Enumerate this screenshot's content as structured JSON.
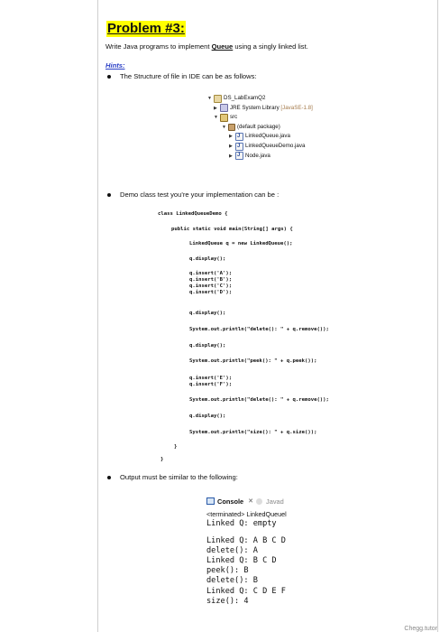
{
  "problem": {
    "title": "Problem #3:",
    "task_prefix": "Write Java programs to implement ",
    "task_keyword": "Queue",
    "task_suffix": " using a singly linked list."
  },
  "hints_label": "Hints:",
  "bullets": [
    "The Structure of file in IDE can be as follows:",
    "Demo class test you're your implementation can be :",
    "Output must be similar to the following:"
  ],
  "tree": {
    "project": "DS_LabExamQ2",
    "library": "JRE System Library",
    "library_version": "[JavaSE-1.8]",
    "src": "src",
    "package": "(default package)",
    "files": [
      "LinkedQueue.java",
      "LinkedQueueDemo.java",
      "Node.java"
    ]
  },
  "code": {
    "class_line": "class LinkedQueueDemo {",
    "main_line": "public static void main(String[] args) {",
    "decl": "LinkedQueue q = new LinkedQueue();",
    "display": "q.display();",
    "insert_a": [
      "q.insert('A');",
      "q.insert('B');",
      "q.insert('C');",
      "q.insert('D');"
    ],
    "remove_line": "System.out.println(\"delete(): \" + q.remove());",
    "peek_line": "System.out.println(\"peek(): \" + q.peek());",
    "insert_b": [
      "q.insert('E');",
      "q.insert('F');"
    ],
    "size_line": "System.out.println(\"size(): \" + q.size());",
    "close_inner": "}",
    "close_outer": "}"
  },
  "console": {
    "tab_label": "Console",
    "tab_other": "Javad",
    "terminated": "<terminated> LinkedQueuel",
    "output_first": "Linked Q: empty",
    "output_rest": [
      "Linked Q: A B C D",
      "delete(): A",
      "Linked Q: B C D",
      "peek(): B",
      "delete(): B",
      "Linked Q: C D E F",
      "size(): 4"
    ]
  },
  "corner_text": "Chegg.tutor"
}
